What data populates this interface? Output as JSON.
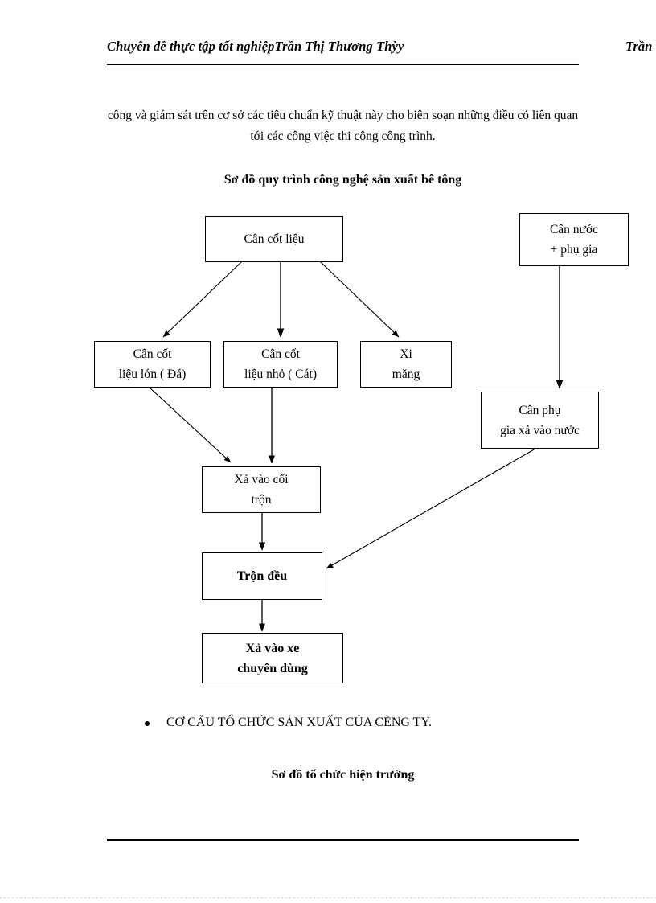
{
  "header": {
    "title": "Chuyên đề thực tập tốt nghiệpTrần Thị Thương Thỳy",
    "right_text": "Trần"
  },
  "body": {
    "paragraph": "công và giám sát trên cơ sở các tiêu chuẩn kỹ thuật này cho biên soạn những điều có liên quan tới các công việc thi công công trình."
  },
  "diagram": {
    "title": "Sơ đồ quy trình công nghệ sản xuất bê tông",
    "nodes": [
      {
        "id": "can-cot-lieu",
        "label": "Cân cốt liệu"
      },
      {
        "id": "can-nuoc-phu-gia",
        "label": "Cân nước\n+ phụ gia"
      },
      {
        "id": "can-cot-lieu-lon",
        "label": "Cân cốt\nliệu lớn  ( Đá)"
      },
      {
        "id": "can-cot-lieu-nho",
        "label": "Cân cốt\nliệu nhỏ ( Cát)"
      },
      {
        "id": "xi-mang",
        "label": "Xi\nmăng"
      },
      {
        "id": "can-phu-gia-xa-vao-nuoc",
        "label": "Cân phụ\ngia xả vào nước"
      },
      {
        "id": "xa-vao-coi-tron",
        "label": "Xả vào cối\ntrộn"
      },
      {
        "id": "tron-deu",
        "label": "Trộn đều"
      },
      {
        "id": "xa-vao-xe-chuyen-dung",
        "label": "Xả vào xe\nchuyên dùng"
      }
    ]
  },
  "bullet": {
    "text": "CƠ CẤU TỔ CHỨC SẢN XUẤT CỦA CẼNG TY."
  },
  "last_heading": {
    "text": "Sơ đồ tổ chức hiện trường"
  },
  "colors": {
    "text": "#000000",
    "line": "#000000",
    "page": "#ffffff"
  }
}
